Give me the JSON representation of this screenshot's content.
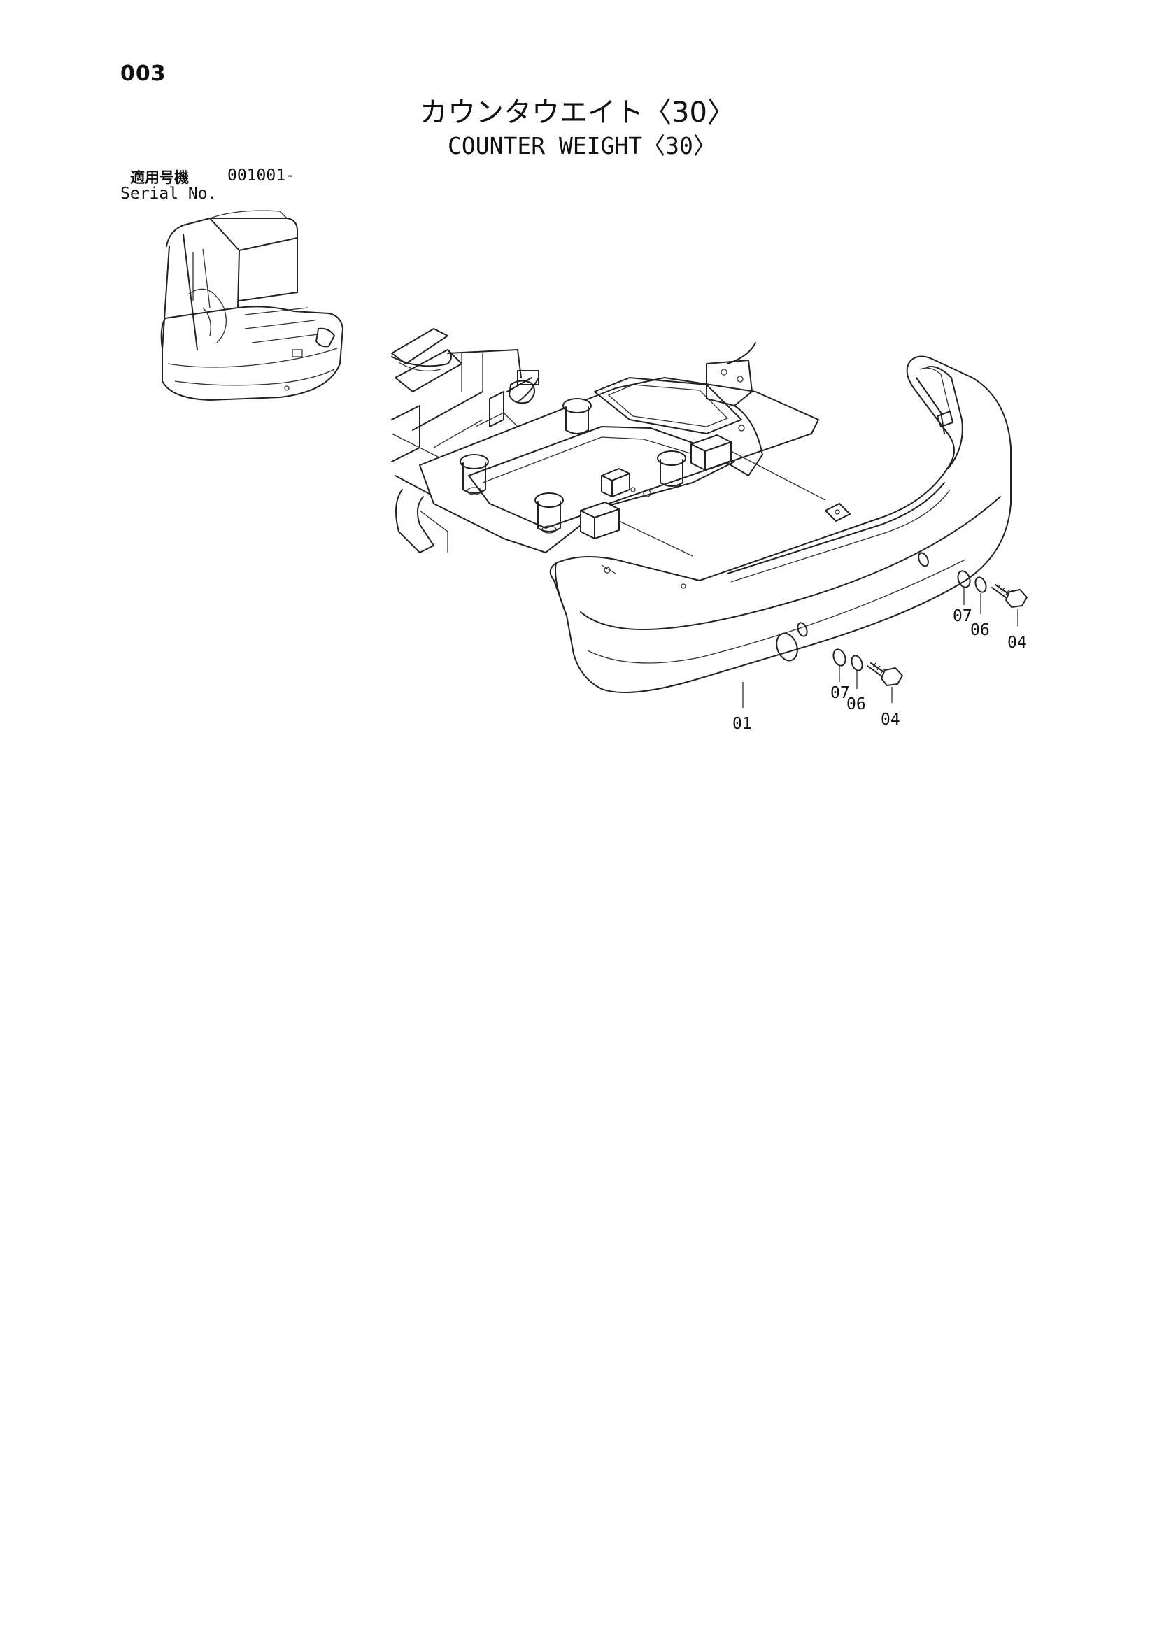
{
  "page_number": "003",
  "title_jp": "カウンタウエイト〈30〉",
  "title_en": "COUNTER WEIGHT〈30〉",
  "serial": {
    "label_jp": "適用号機",
    "value": "001001-",
    "label_en": "Serial No."
  },
  "callouts": {
    "counterweight": "01",
    "bolt_left": "04",
    "spring_washer_left": "06",
    "flat_washer_left": "07",
    "bolt_right": "04",
    "spring_washer_right": "06",
    "flat_washer_right": "07"
  }
}
